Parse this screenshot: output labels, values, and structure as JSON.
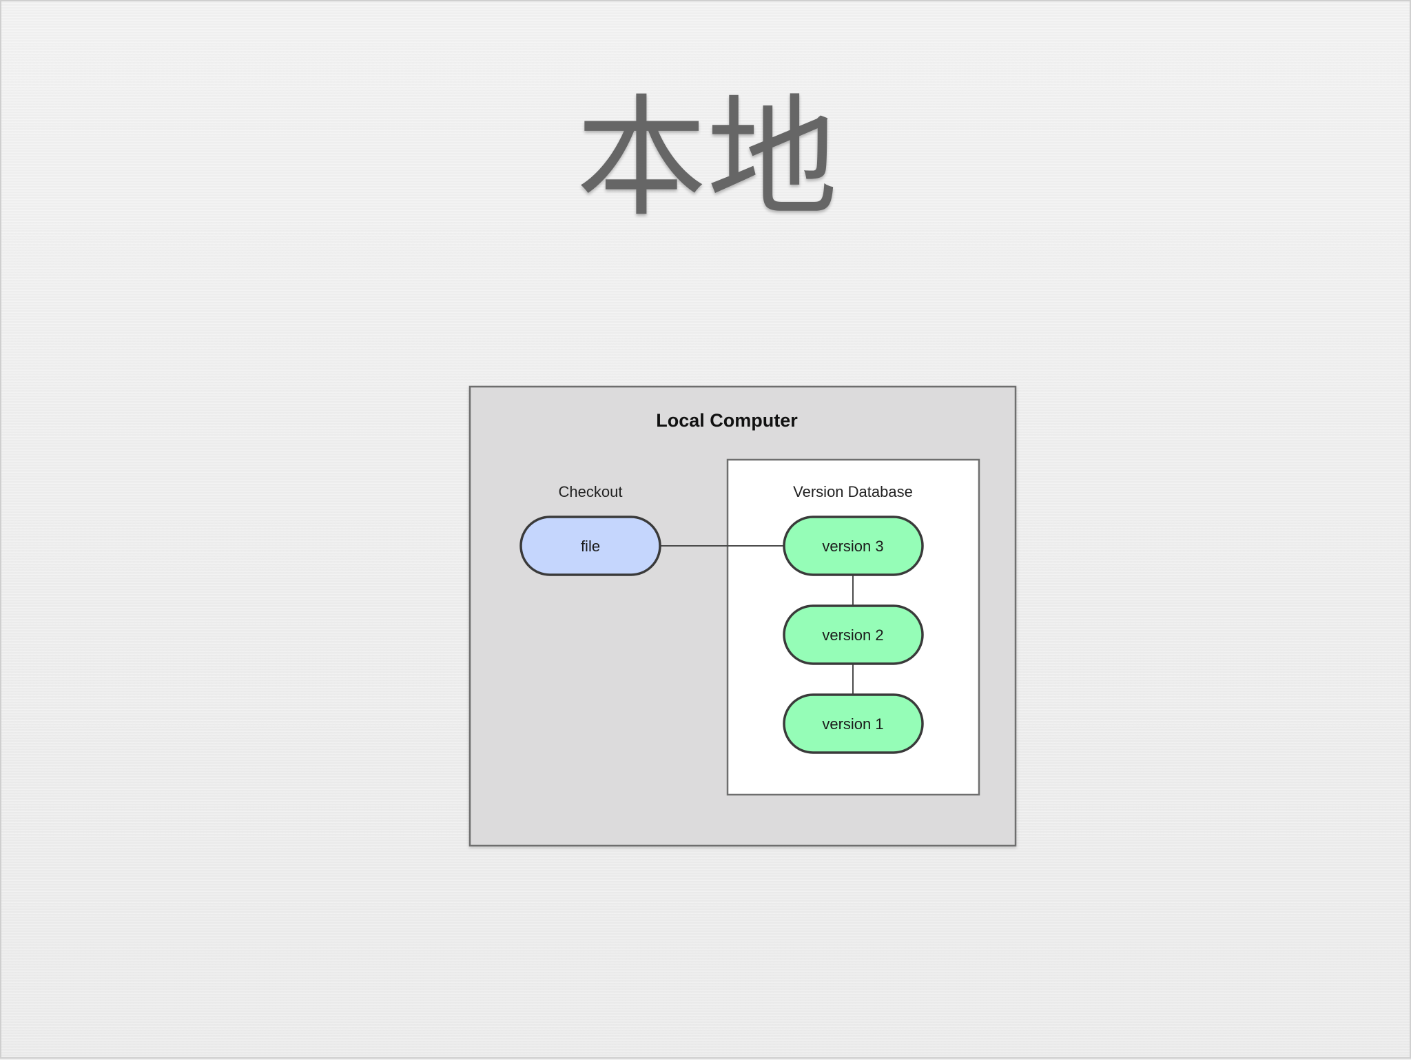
{
  "slide": {
    "title": "本地"
  },
  "diagram": {
    "container_title": "Local Computer",
    "checkout": {
      "label": "Checkout",
      "file_label": "file"
    },
    "database": {
      "label": "Version Database",
      "versions": [
        "version 3",
        "version 2",
        "version 1"
      ]
    },
    "colors": {
      "outer_box": "#dcdbdc",
      "inner_box": "#ffffff",
      "file_node": "#c5d6fd",
      "version_node": "#95fdb7",
      "node_border": "#3a3a3a"
    }
  }
}
